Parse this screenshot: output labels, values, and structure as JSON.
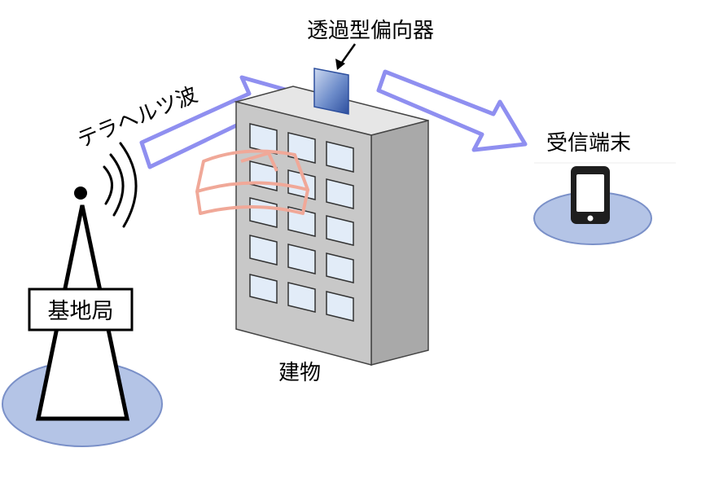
{
  "labels": {
    "terahertz_wave": "テラヘルツ波",
    "deflector": "透過型偏向器",
    "receiver": "受信端末",
    "building": "建物",
    "base_station": "基地局"
  },
  "colors": {
    "ellipse_fill": "#b4c4e6",
    "ellipse_stroke": "#7a90c8",
    "arrow_stroke": "#8f8ff0",
    "building_front": "#c8c8c8",
    "building_side": "#a9a9a9",
    "building_top": "#e6e6e6",
    "window_fill": "#e2ecf8",
    "deflector_fill": "#4a6db6",
    "blocked_beam": "#f0a898"
  },
  "icons": {
    "tower": "transmission-tower-icon",
    "phone": "smartphone-icon",
    "waves": "radio-waves-icon"
  }
}
